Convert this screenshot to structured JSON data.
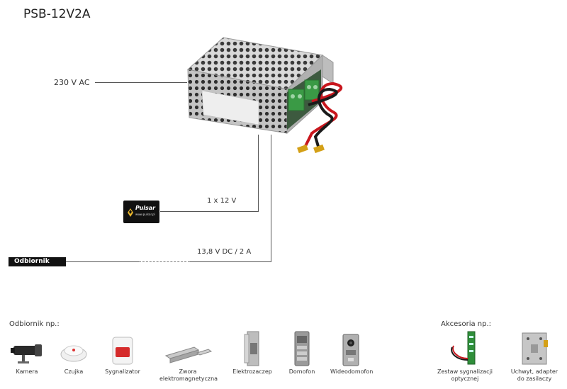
{
  "title": "PSB-12V2A",
  "labels": {
    "ac_input": "230 V AC",
    "battery": "1 x 12 V",
    "dc_output": "13,8 V DC / 2 A",
    "receiver_badge": "Odbiornik",
    "pulsar_logo": "Pulsar",
    "pulsar_url": "www.pulsar.pl"
  },
  "receivers": {
    "heading": "Odbiornik np.:",
    "items": [
      {
        "label": "Kamera"
      },
      {
        "label": "Czujka"
      },
      {
        "label": "Sygnalizator"
      },
      {
        "label": "Zwora elektromagnetyczna"
      },
      {
        "label": "Elektrozaczep"
      },
      {
        "label": "Domofon"
      },
      {
        "label": "Wideodomofon"
      }
    ]
  },
  "accessories": {
    "heading": "Akcesoria np.:",
    "items": [
      {
        "label": "Zestaw sygnalizacji optycznej"
      },
      {
        "label": "Uchwyt, adapter do zasilaczy"
      }
    ]
  },
  "colors": {
    "wire_red": "#c8161d",
    "wire_black": "#1a1a1a",
    "terminal_green": "#3a9a45",
    "badge_bg": "#111111"
  }
}
